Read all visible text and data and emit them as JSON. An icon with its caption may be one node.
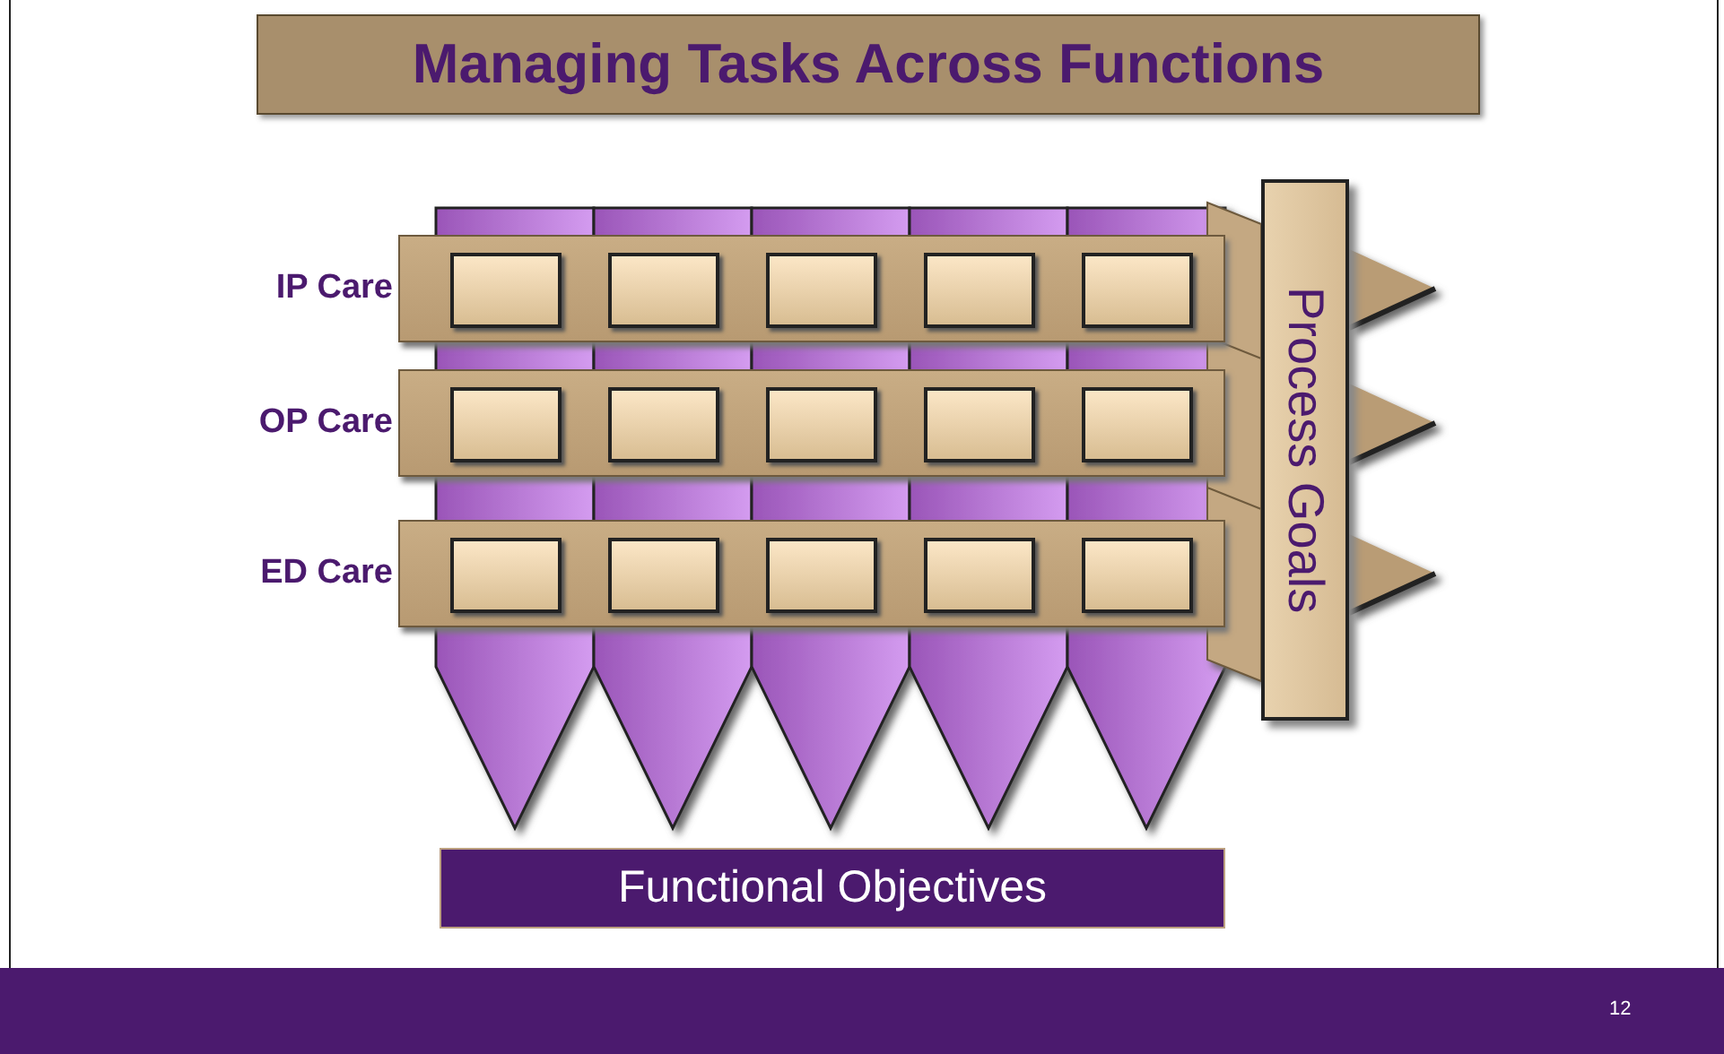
{
  "diagram": {
    "title": "Managing Tasks Across Functions",
    "nodes": [
      {
        "text": [
          "IP Care"
        ]
      },
      {
        "text": [
          "OP Care"
        ]
      },
      {
        "text": [
          "ED Care"
        ]
      },
      {
        "text": [],
        "shape": "box",
        "in": 0
      },
      {
        "text": [],
        "shape": "box",
        "in": 0
      },
      {
        "text": [],
        "shape": "box",
        "in": 0
      },
      {
        "text": [],
        "shape": "box",
        "in": 0
      },
      {
        "text": [],
        "shape": "box",
        "in": 0
      },
      {
        "text": [],
        "shape": "box",
        "in": 1
      },
      {
        "text": [],
        "shape": "box",
        "in": 1
      },
      {
        "text": [],
        "shape": "box",
        "in": 1
      },
      {
        "text": [],
        "shape": "box",
        "in": 1
      },
      {
        "text": [],
        "shape": "box",
        "in": 1
      },
      {
        "text": [],
        "shape": "box",
        "in": 2
      },
      {
        "text": [],
        "shape": "box",
        "in": 2
      },
      {
        "text": [],
        "shape": "box",
        "in": 2
      },
      {
        "text": [],
        "shape": "box",
        "in": 2
      },
      {
        "text": [],
        "shape": "box",
        "in": 2
      },
      {
        "text": [
          "Process Goals"
        ]
      },
      {
        "text": [
          "Functional Objectives"
        ]
      }
    ],
    "labels": [
      "12"
    ]
  }
}
